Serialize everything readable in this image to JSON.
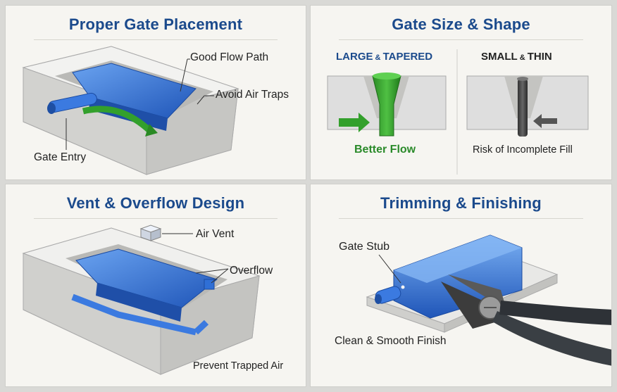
{
  "panels": {
    "gate_placement": {
      "title": "Proper Gate Placement",
      "labels": {
        "good_flow_path": "Good Flow Path",
        "avoid_air_traps": "Avoid Air Traps",
        "gate_entry": "Gate Entry"
      }
    },
    "gate_size": {
      "title": "Gate Size & Shape",
      "left_heading_main": "LARGE",
      "left_heading_amp": " & ",
      "left_heading_end": "TAPERED",
      "right_heading_main": "SMALL",
      "right_heading_amp": " & ",
      "right_heading_end": "THIN",
      "left_caption": "Better Flow",
      "right_caption": "Risk of Incomplete Fill"
    },
    "vent_overflow": {
      "title": "Vent & Overflow Design",
      "labels": {
        "air_vent": "Air Vent",
        "overflow": "Overflow",
        "prevent_trapped_air": "Prevent Trapped Air"
      }
    },
    "trimming": {
      "title": "Trimming & Finishing",
      "labels": {
        "gate_stub": "Gate Stub",
        "clean_finish": "Clean & Smooth Finish"
      }
    }
  },
  "colors": {
    "title_blue": "#1b4a8c",
    "part_blue": "#2f6fd6",
    "flow_green": "#33a02c",
    "mold_grey": "#dcdcdc"
  }
}
